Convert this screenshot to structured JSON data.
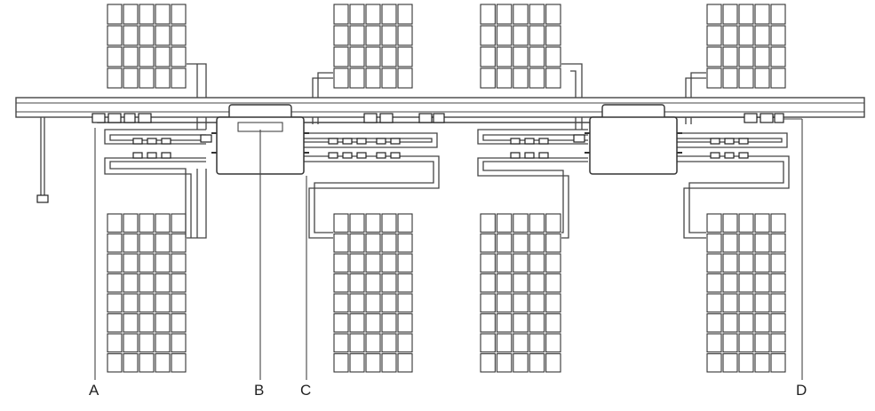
{
  "callouts": {
    "a": "A",
    "b": "B",
    "c": "C",
    "d": "D"
  },
  "colors": {
    "stroke": "#333333",
    "fill": "#ffffff",
    "panel_fill": "#fafafa"
  }
}
